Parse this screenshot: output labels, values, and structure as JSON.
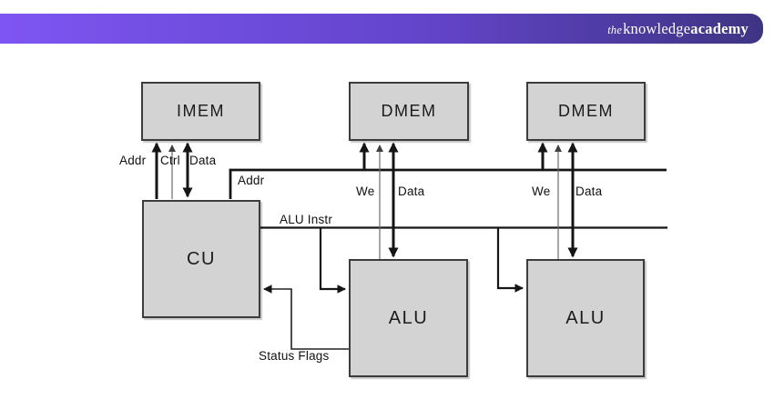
{
  "header": {
    "brand_prefix": "the",
    "brand_name": "knowledge",
    "brand_suffix": "academy",
    "bar_gradient_start": "#7e55f2",
    "bar_gradient_end": "#3e3483",
    "text_color": "#ffffff"
  },
  "diagram": {
    "blocks": {
      "imem": "IMEM",
      "dmem1": "DMEM",
      "dmem2": "DMEM",
      "cu": "CU",
      "alu1": "ALU",
      "alu2": "ALU"
    },
    "labels": {
      "imem_addr": "Addr",
      "imem_ctrl": "Ctrl",
      "imem_data": "Data",
      "bus_addr": "Addr",
      "bus_alu_instr": "ALU Instr",
      "dmem1_we": "We",
      "dmem1_data": "Data",
      "dmem2_we": "We",
      "dmem2_data": "Data",
      "status_flags": "Status Flags"
    },
    "colors": {
      "block_fill": "#d3d3d3",
      "block_border": "#3c3c3c",
      "line": "#151515",
      "thin_line": "#6a6a6a"
    }
  }
}
